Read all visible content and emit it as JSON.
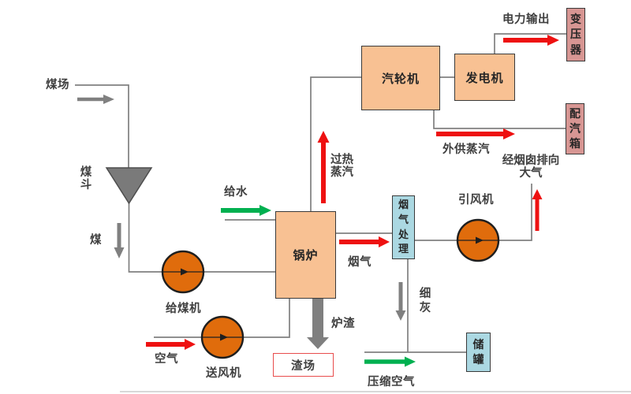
{
  "boxes": {
    "turbine": "汽轮机",
    "generator": "发电机",
    "boiler": "锅炉",
    "transformer": "变压器",
    "steam_distribution_box": "配汽箱",
    "flue_gas_treatment": "烟气处理",
    "storage_tank": "储罐",
    "slag_yard": "渣场"
  },
  "machines": {
    "coal_hopper": "煤斗",
    "coal_feeder": "给煤机",
    "forced_draft_fan": "送风机",
    "induced_draft_fan": "引风机"
  },
  "flows": {
    "coal_yard": "煤场",
    "coal": "煤",
    "feed_water": "给水",
    "air": "空气",
    "superheated_steam": "过热蒸汽",
    "power_output": "电力输出",
    "external_steam": "外供蒸汽",
    "chimney_exhaust": "经烟囱排向大气",
    "flue_gas": "烟气",
    "fine_ash": "细灰",
    "slag": "炉渣",
    "compressed_air": "压缩空气"
  },
  "colors": {
    "box_orange": "#f8c193",
    "pump_orange": "#e06c0c",
    "box_pink": "#d79693",
    "box_blue": "#abd8e2",
    "slag_yard_border": "#e84c4c",
    "arrow_red": "#ee1111",
    "arrow_green": "#00b050",
    "line_gray": "#808080",
    "text_dark": "#3f3f3f"
  }
}
